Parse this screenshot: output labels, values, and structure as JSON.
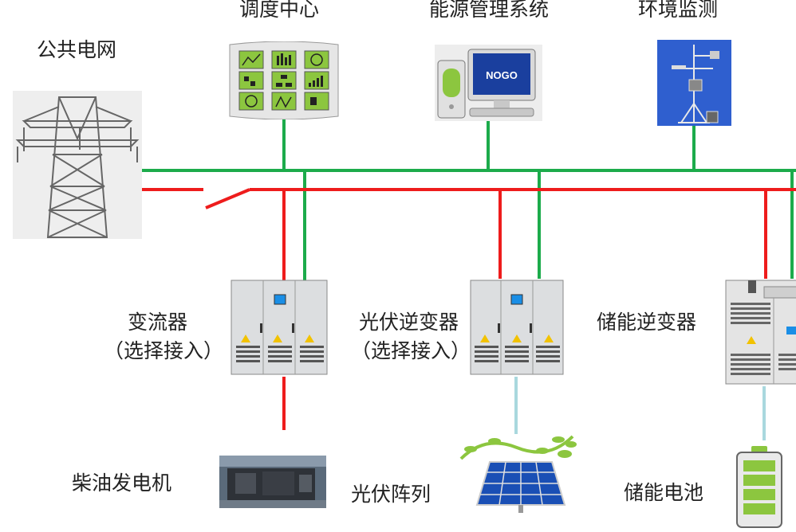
{
  "labels": {
    "grid": "公共电网",
    "dispatch": "调度中心",
    "ems": "能源管理系统",
    "env": "环境监测",
    "converter": "变流器",
    "converter_note": "（选择接入）",
    "pv_inverter": "光伏逆变器",
    "pv_inverter_note": "（选择接入）",
    "storage_inverter": "储能逆变器",
    "diesel": "柴油发电机",
    "pv_array": "光伏阵列",
    "battery": "储能电池"
  },
  "monitor_brand": "NOGO",
  "colors": {
    "power_line": "#ee1c1c",
    "comm_line": "#1cab4b",
    "dc_line": "#a9d8de",
    "panel_green": "#8cc63f",
    "inverter_body": "#d9dbdd",
    "screen_blue": "#1a3f9e"
  }
}
